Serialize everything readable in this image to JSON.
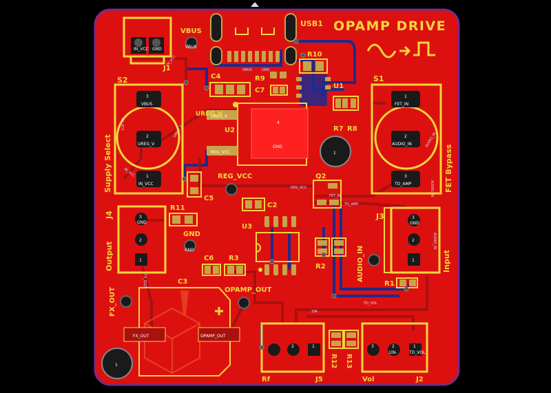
{
  "colors": {
    "background": "#000000",
    "board_copper": "#dd1010",
    "board_edge": "#7a2a8a",
    "silkscreen": "#f4d63a",
    "pad": "#c8a448",
    "bottom_trace": "#1e2a8c",
    "via": "#666666"
  },
  "board": {
    "title": "OPAMP DRIVE",
    "logo": "sine-to-square-icon"
  },
  "components": {
    "usb": "USB1",
    "j1": "J1",
    "j2": "J2",
    "j3": "J3",
    "j4": "J4",
    "j5": "J5",
    "s1": "S1",
    "s2": "S2",
    "u1": "U1",
    "u2": "U2",
    "u3": "U3",
    "q2": "Q2",
    "c2": "C2",
    "c3": "C3",
    "c4": "C4",
    "c5": "C5",
    "c6": "C6",
    "c7": "C7",
    "r1": "R1",
    "r2": "R2",
    "r3": "R3",
    "r7": "R7",
    "r8": "R8",
    "r9": "R9",
    "r10": "R10",
    "r11": "R11",
    "r12": "R12",
    "r13": "R13"
  },
  "labels": {
    "vbus": "VBUS",
    "gnd": "GND",
    "reg_vcc": "REG_VCC",
    "opamp_out": "OPAMP_OUT",
    "audio_in": "AUDIO_IN",
    "fx_out": "FX_OUT",
    "supply_select": "Supply Select",
    "fet_bypass": "FET Bypass",
    "output": "Output",
    "input": "Input",
    "rf": "Rf",
    "vol": "Vol",
    "mount_hole": "1"
  },
  "pads": {
    "j1_1": "GND",
    "j1_2": "IN_VCC",
    "s2_vbus": "VBUS",
    "s2_ureg": "UREG_V",
    "s2_invcc": "IN_VCC",
    "s1_fet": "FET_IN",
    "s1_audio": "AUDIO_IN",
    "s1_amp": "TO_AMP",
    "u2_gnd": "GND",
    "u2_num": "4",
    "j3_gnd": "GND",
    "j3_audio": "AUDIO_IN",
    "j4_gnd": "GND",
    "j4_out": "FX_OUT",
    "c3_fx": "FX_OUT",
    "c3_opamp": "OPAMP_OUT",
    "j2_vol": "TO_VOL",
    "j2_in": "1IN-",
    "n1": "1",
    "n2": "2",
    "n3": "3"
  },
  "nets": {
    "in_vcc": "IN_VCC",
    "ureg_v": "UREG_V",
    "reg_vcc": "REG_VCC",
    "fet_in": "FET_IN",
    "to_amp": "TO_AMP",
    "audio_in": "AUDIO_IN",
    "to_vol": "TO_VOL",
    "in_minus": "1IN-",
    "fx_out": "FX_OUT",
    "opamp_out": "OPAMP_OUT",
    "vbus": "VBUS",
    "gnd": "GND"
  }
}
